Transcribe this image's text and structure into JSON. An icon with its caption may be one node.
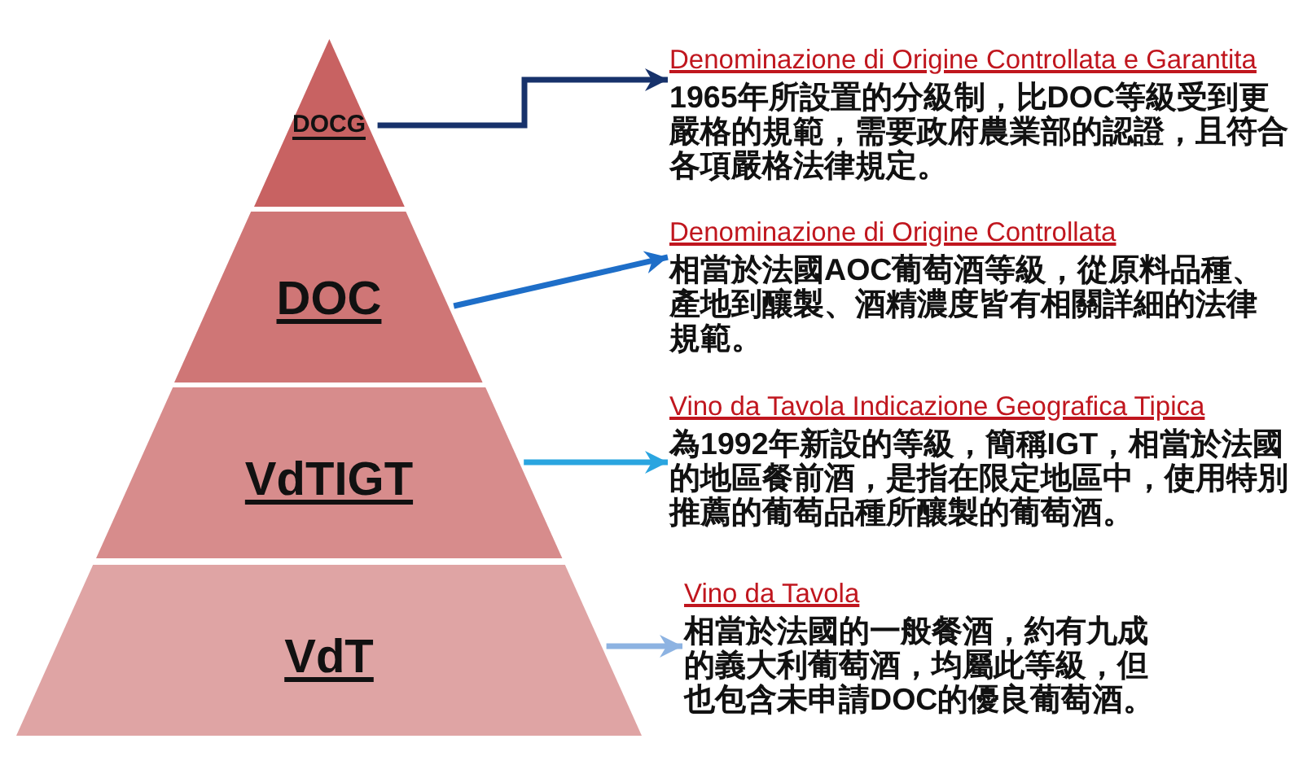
{
  "diagram": {
    "nodes": [
      {
        "text": [
          "DOCG"
        ]
      },
      {
        "text": [
          "DOC"
        ]
      },
      {
        "text": [
          "VdTIGT"
        ]
      },
      {
        "text": [
          "VdT"
        ]
      },
      {
        "text": [
          "Denominazione di Origine Controllata e Garantita",
          "1965年所設置的分級制，比DOC等級受到更嚴格的規範，需要政府農業部的認證，且符合各項嚴格法律規定。"
        ]
      },
      {
        "text": [
          "Denominazione di Origine Controllata",
          "相當於法國AOC葡萄酒等級，從原料品種、產地到釀製、酒精濃度皆有相關詳細的法律規範。"
        ]
      },
      {
        "text": [
          "Vino da Tavola Indicazione Geografica Tipica",
          "為1992年新設的等級，簡稱IGT，相當於法國的地區餐前酒，是指在限定地區中，使用特別推薦的葡萄品種所釀製的葡萄酒。"
        ]
      },
      {
        "text": [
          "Vino da Tavola",
          "相當於法國的一般餐酒，約有九成的義大利葡萄酒，均屬此等級，但也包含未申請DOC的優良葡萄酒。"
        ]
      }
    ],
    "edges": [
      {
        "from": 0,
        "to": 4,
        "arrow": "to",
        "color": "#17326b"
      },
      {
        "from": 1,
        "to": 5,
        "arrow": "to",
        "color": "#1e6ec8"
      },
      {
        "from": 2,
        "to": 6,
        "arrow": "to",
        "color": "#2aa5e0"
      },
      {
        "from": 3,
        "to": 7,
        "arrow": "to",
        "color": "#8db3e2"
      }
    ]
  }
}
